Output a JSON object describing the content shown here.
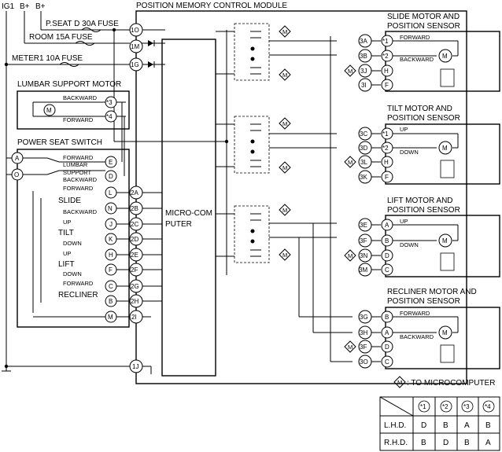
{
  "power": {
    "ig1": "IG1",
    "b_plus_1": "B+",
    "b_plus_2": "B+"
  },
  "fuses": {
    "pseat": "P.SEAT D 30A FUSE",
    "room": "ROOM 15A FUSE",
    "meter": "METER1 10A FUSE"
  },
  "module": {
    "title": "POSITION MEMORY CONTROL MODULE",
    "micro_line1": "MICRO-COM",
    "micro_line2": "PUTER"
  },
  "lumbar_motor": {
    "title": "LUMBAR SUPPORT MOTOR",
    "backward": "BACKWARD",
    "forward": "FORWARD",
    "pin3": "*3",
    "pin4": "*4"
  },
  "seat_switch": {
    "title": "POWER SEAT SWITCH",
    "forward": "FORWARD",
    "lumbar": "LUMBAR",
    "support": "SUPPORT",
    "backward": "BACKWARD",
    "slide": "SLIDE",
    "tilt": "TILT",
    "lift": "LIFT",
    "recliner": "RECLINER",
    "up": "UP",
    "down": "DOWN"
  },
  "switch_pins": {
    "A": "A",
    "O": "O",
    "E": "E",
    "D": "D",
    "L": "L",
    "N": "N",
    "J": "J",
    "K": "K",
    "H": "H",
    "F": "F",
    "C": "C",
    "B": "B",
    "M": "M"
  },
  "module_pins": {
    "p1O": "1O",
    "p1M": "1M",
    "p1G": "1G",
    "p2A": "2A",
    "p2B": "2B",
    "p2C": "2C",
    "p2D": "2D",
    "p2E": "2E",
    "p2F": "2F",
    "p2G": "2G",
    "p2H": "2H",
    "p2I": "2I",
    "p1J": "1J",
    "p3A": "3A",
    "p3B": "3B",
    "p3J": "3J",
    "p3I": "3I",
    "p3C": "3C",
    "p3D": "3D",
    "p3L": "3L",
    "p3K": "3K",
    "p3E": "3E",
    "p3F": "3F",
    "p3N": "3N",
    "p3M": "3M",
    "p3G": "3G",
    "p3H": "3H",
    "p3F2": "3F",
    "p3O": "3O"
  },
  "slide_motor": {
    "title1": "SLIDE MOTOR AND",
    "title2": "POSITION SENSOR",
    "forward": "FORWARD",
    "backward": "BACKWARD",
    "p1": "*1",
    "p2": "*2",
    "p3": "H",
    "p4": "F"
  },
  "tilt_motor": {
    "title1": "TILT MOTOR AND",
    "title2": "POSITION SENSOR",
    "up": "UP",
    "down": "DOWN",
    "p1": "*1",
    "p2": "*2",
    "p3": "H",
    "p4": "F"
  },
  "lift_motor": {
    "title1": "LIFT MOTOR AND",
    "title2": "POSITION SENSOR",
    "up": "UP",
    "down": "DOWN",
    "p1": "A",
    "p2": "B",
    "p3": "D",
    "p4": "C"
  },
  "recliner_motor": {
    "title1": "RECLINER MOTOR AND",
    "title2": "POSITION SENSOR",
    "forward": "FORWARD",
    "backward": "BACKWARD",
    "p1": "B",
    "p2": "A",
    "p3": "D",
    "p4": "C"
  },
  "motor_symbol": "M",
  "legend": {
    "symbol": "M",
    "text": ": TO MICROCOMPUTER"
  },
  "pin_table": {
    "headers": [
      "*1",
      "*2",
      "*3",
      "*4"
    ],
    "rows": [
      {
        "label": "L.H.D.",
        "values": [
          "D",
          "B",
          "A",
          "B"
        ]
      },
      {
        "label": "R.H.D.",
        "values": [
          "B",
          "D",
          "B",
          "A"
        ]
      }
    ]
  }
}
